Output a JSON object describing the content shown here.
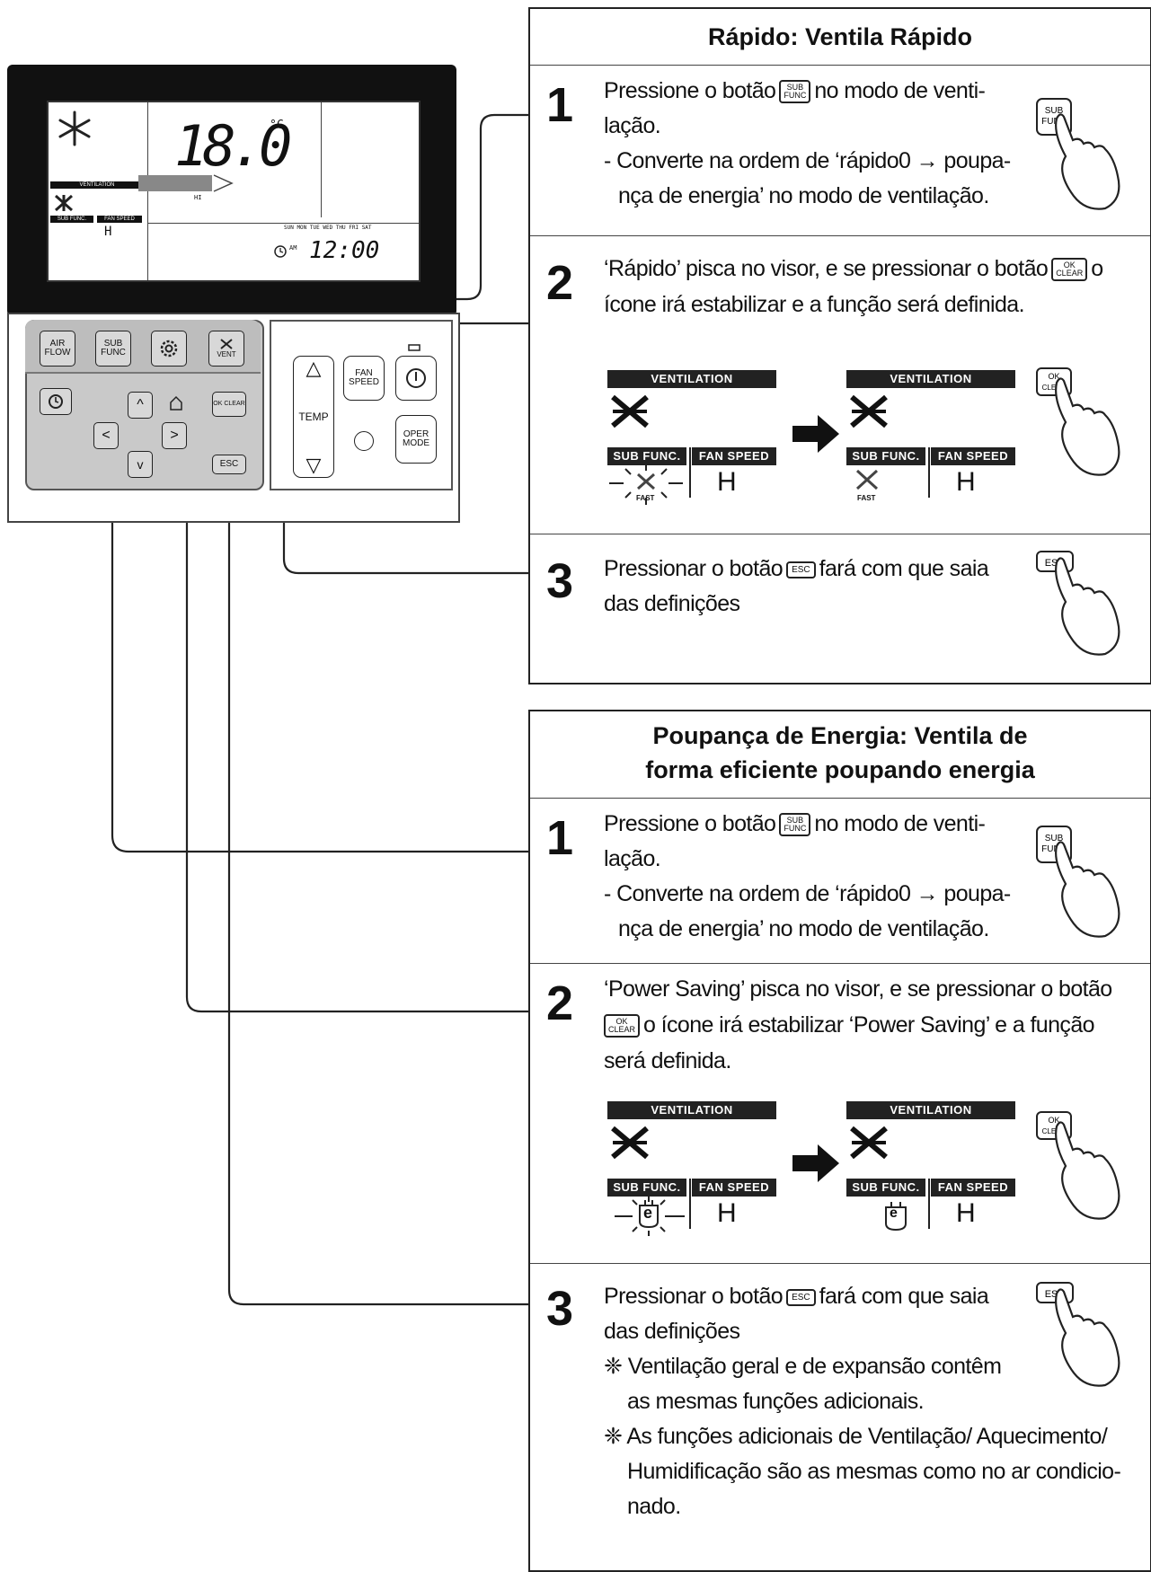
{
  "remote": {
    "lcd": {
      "temperature": "18.0",
      "unit": "°C",
      "ventilation_label": "VENTILATION",
      "sub_func_label": "SUB FUNC.",
      "fan_speed_label": "FAN SPEED",
      "fan_speed_value": "H",
      "fan_bar_label": "HI",
      "clock_ampm": "AM",
      "clock_time": "12:00",
      "weekdays": "SUN MON TUE WED THU FRI SAT"
    },
    "buttons": {
      "air_flow": "AIR FLOW",
      "sub_func": "SUB FUNC",
      "vent": "VENT",
      "ok_clear": "OK CLEAR",
      "esc": "ESC",
      "fan_speed": "FAN SPEED",
      "temp": "TEMP",
      "oper_mode": "OPER MODE",
      "left_arrow": "<",
      "right_arrow": ">",
      "up_arrow": "^",
      "down_arrow": "v",
      "temp_up": "△",
      "temp_down": "▽"
    }
  },
  "section_fast": {
    "title": "Rápido: Ventila Rápido",
    "step1": {
      "number": "1",
      "line1_pre": "Pressione o botão",
      "line1_post": "no modo de venti-",
      "line2": "lação.",
      "line3": "- Converte na ordem de ‘rápido0 → poupa-",
      "line4": "nça de energia’ no modo de ventilação."
    },
    "step2": {
      "number": "2",
      "line1_pre": "‘Rápido’ pisca no visor, e se pressionar o botão",
      "line1_post": "o",
      "line2": "ícone irá estabilizar e a função será definida.",
      "demo_before": {
        "ventilation": "VENTILATION",
        "sub_func": "SUB FUNC.",
        "fan_speed": "FAN SPEED",
        "value": "H",
        "icon_label": "FAST"
      },
      "demo_after": {
        "ventilation": "VENTILATION",
        "sub_func": "SUB FUNC.",
        "fan_speed": "FAN SPEED",
        "value": "H",
        "icon_label": "FAST"
      }
    },
    "step3": {
      "number": "3",
      "line1_pre": "Pressionar o botão",
      "line1_post": "fará com que saia",
      "line2": "das definições"
    }
  },
  "section_saving": {
    "title_line1": "Poupança de Energia: Ventila de",
    "title_line2": "forma eficiente poupando energia",
    "step1": {
      "number": "1",
      "line1_pre": "Pressione o botão",
      "line1_post": "no modo de venti-",
      "line2": "lação.",
      "line3": "- Converte na ordem de ‘rápido0 → poupa-",
      "line4": "nça de energia’ no modo de ventilação."
    },
    "step2": {
      "number": "2",
      "line1": "‘Power Saving’ pisca no visor, e se pressionar o botão",
      "line2_post": "o ícone irá estabilizar ‘Power Saving’ e a função",
      "line3": "será definida.",
      "demo_before": {
        "ventilation": "VENTILATION",
        "sub_func": "SUB FUNC.",
        "fan_speed": "FAN SPEED",
        "value": "H",
        "icon_label": "e"
      },
      "demo_after": {
        "ventilation": "VENTILATION",
        "sub_func": "SUB FUNC.",
        "fan_speed": "FAN SPEED",
        "value": "H",
        "icon_label": "e"
      }
    },
    "step3": {
      "number": "3",
      "line1_pre": "Pressionar o botão",
      "line1_post": "fará com que saia",
      "line2": "das definições",
      "note1_line1": "❈ Ventilação geral e de expansão contêm",
      "note1_line2": "as mesmas funções adicionais.",
      "note2_line1": "❈ As funções adicionais de Ventilação/ Aquecimento/",
      "note2_line2": "Humidificação são as mesmas como no ar condicio-",
      "note2_line3": "nado."
    }
  },
  "inline_keys": {
    "sub_top": "SUB",
    "sub_bottom": "FUNC",
    "ok_top": "OK",
    "ok_bottom": "CLEAR",
    "esc": "ESC"
  },
  "hand_keys": {
    "sub_top": "SUB",
    "sub_bottom": "FUNC",
    "ok_top": "OK",
    "ok_bottom": "CLEAR",
    "esc": "ESC"
  }
}
